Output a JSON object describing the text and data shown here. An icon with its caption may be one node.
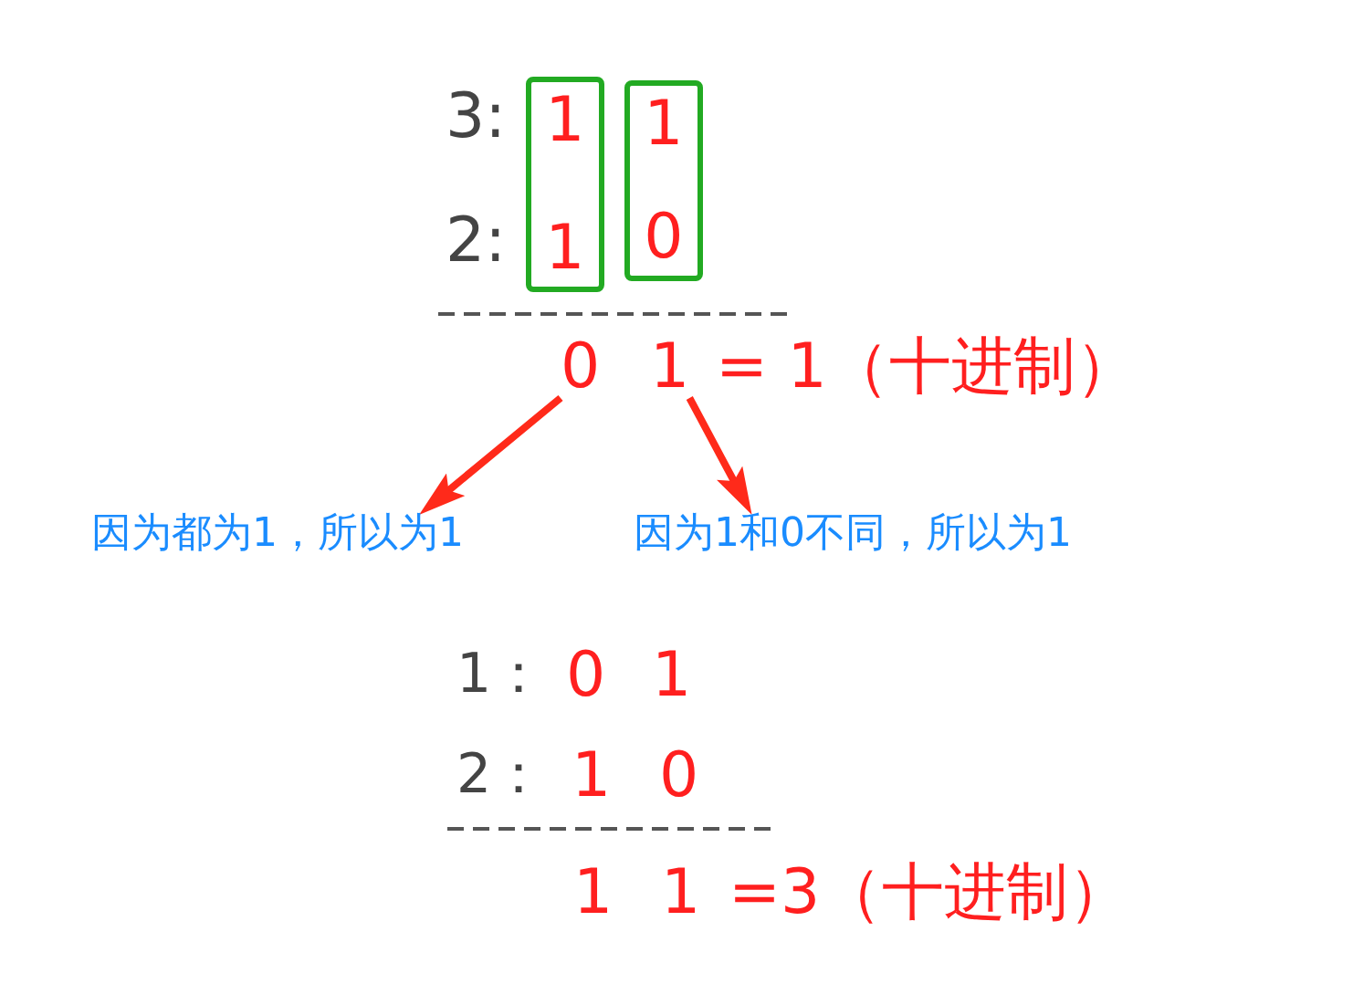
{
  "diagram": {
    "nodes": [
      {
        "text": [
          "1",
          "1"
        ]
      },
      {
        "text": [
          "1",
          "0"
        ]
      },
      {
        "text": [
          "0"
        ]
      },
      {
        "text": [
          "1"
        ]
      },
      {
        "text": [
          "因为都为1，所以为1"
        ]
      },
      {
        "text": [
          "因为1和0不同，所以为1"
        ]
      }
    ],
    "edges": [
      {
        "from": 2,
        "to": 4,
        "arrow": "to",
        "color": "#ff2a1a"
      },
      {
        "from": 3,
        "to": 5,
        "arrow": "to",
        "color": "#ff2a1a"
      }
    ],
    "labels": [
      "3:",
      "2:",
      "= 1（十进制）",
      "1：",
      "0",
      "1",
      "2：",
      "1",
      "0",
      "1",
      "1",
      "=3（十进制）"
    ]
  }
}
